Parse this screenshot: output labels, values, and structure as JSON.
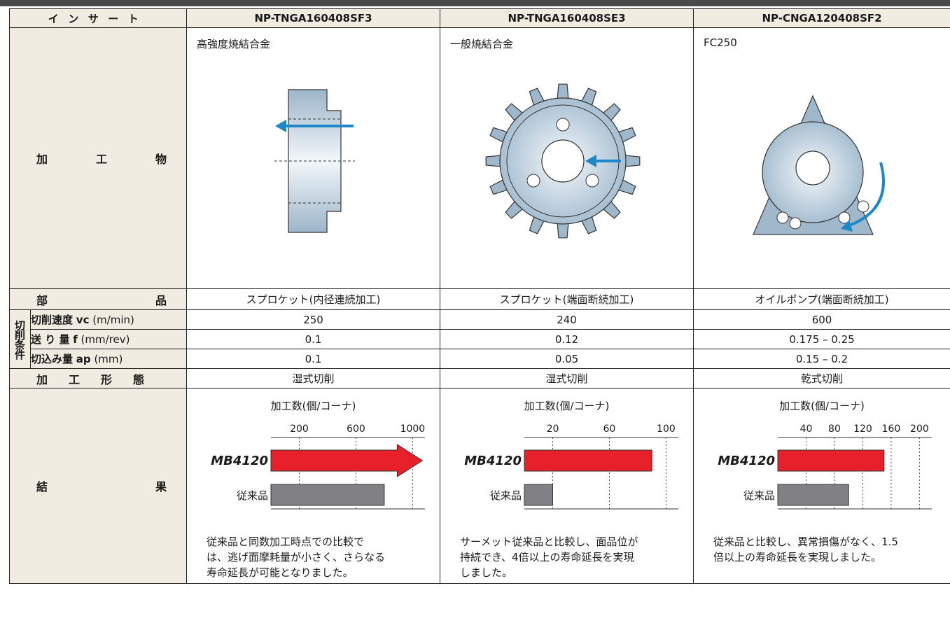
{
  "header": {
    "label": "インサート",
    "cols": [
      "NP-TNGA160408SF3",
      "NP-TNGA160408SE3",
      "NP-CNGA120408SF2"
    ]
  },
  "workpiece": {
    "label_a": "加",
    "label_b": "工",
    "label_c": "物",
    "materials": [
      "高強度焼結合金",
      "一般焼結合金",
      "FC250"
    ]
  },
  "part": {
    "label_a": "部",
    "label_b": "品",
    "values": [
      "スプロケット(内径連続加工)",
      "スプロケット(端面断続加工)",
      "オイルポンプ(端面断続加工)"
    ]
  },
  "conditions": {
    "group_label": "切削条件",
    "rows": [
      {
        "label": "切削速度",
        "sym": "vc",
        "unit": "(m/min)",
        "values": [
          "250",
          "240",
          "600"
        ]
      },
      {
        "label": "送 り 量",
        "sym": "f",
        "unit": "(mm/rev)",
        "values": [
          "0.1",
          "0.12",
          "0.175 – 0.25"
        ]
      },
      {
        "label": "切込み量",
        "sym": "ap",
        "unit": "(mm)",
        "values": [
          "0.1",
          "0.05",
          "0.15 – 0.2"
        ]
      }
    ]
  },
  "form": {
    "label_a": "加",
    "label_b": "工",
    "label_c": "形",
    "label_d": "態",
    "values": [
      "湿式切削",
      "湿式切削",
      "乾式切削"
    ]
  },
  "result": {
    "label_a": "結",
    "label_b": "果",
    "comments": [
      [
        "従来品と同数加工時点での比較で",
        "は、逃げ面摩耗量が小さく、さらなる",
        "寿命延長が可能となりました。"
      ],
      [
        "サーメット従来品と比較し、面品位が",
        "持続でき、4倍以上の寿命延長を実現",
        "しました。"
      ],
      [
        "従来品と比較し、異常損傷がなく、1.5",
        "倍以上の寿命延長を実現しました。"
      ]
    ]
  },
  "chart_data": [
    {
      "type": "bar",
      "title": "加工数(個/コーナ)",
      "categories": [
        "MB4120",
        "従来品"
      ],
      "values": [
        1000,
        800
      ],
      "xticks": [
        200,
        600,
        1000
      ],
      "xlim": [
        0,
        1000
      ],
      "colors": [
        "#e8202a",
        "#808085"
      ],
      "arrow": true
    },
    {
      "type": "bar",
      "title": "加工数(個/コーナ)",
      "categories": [
        "MB4120",
        "従来品"
      ],
      "values": [
        90,
        20
      ],
      "xticks": [
        20,
        60,
        100
      ],
      "xlim": [
        0,
        100
      ],
      "colors": [
        "#e8202a",
        "#808085"
      ]
    },
    {
      "type": "bar",
      "title": "加工数(個/コーナ)",
      "categories": [
        "MB4120",
        "従来品"
      ],
      "values": [
        150,
        100
      ],
      "xticks": [
        40,
        80,
        120,
        160,
        200
      ],
      "xlim": [
        0,
        200
      ],
      "colors": [
        "#e8202a",
        "#808085"
      ]
    }
  ]
}
